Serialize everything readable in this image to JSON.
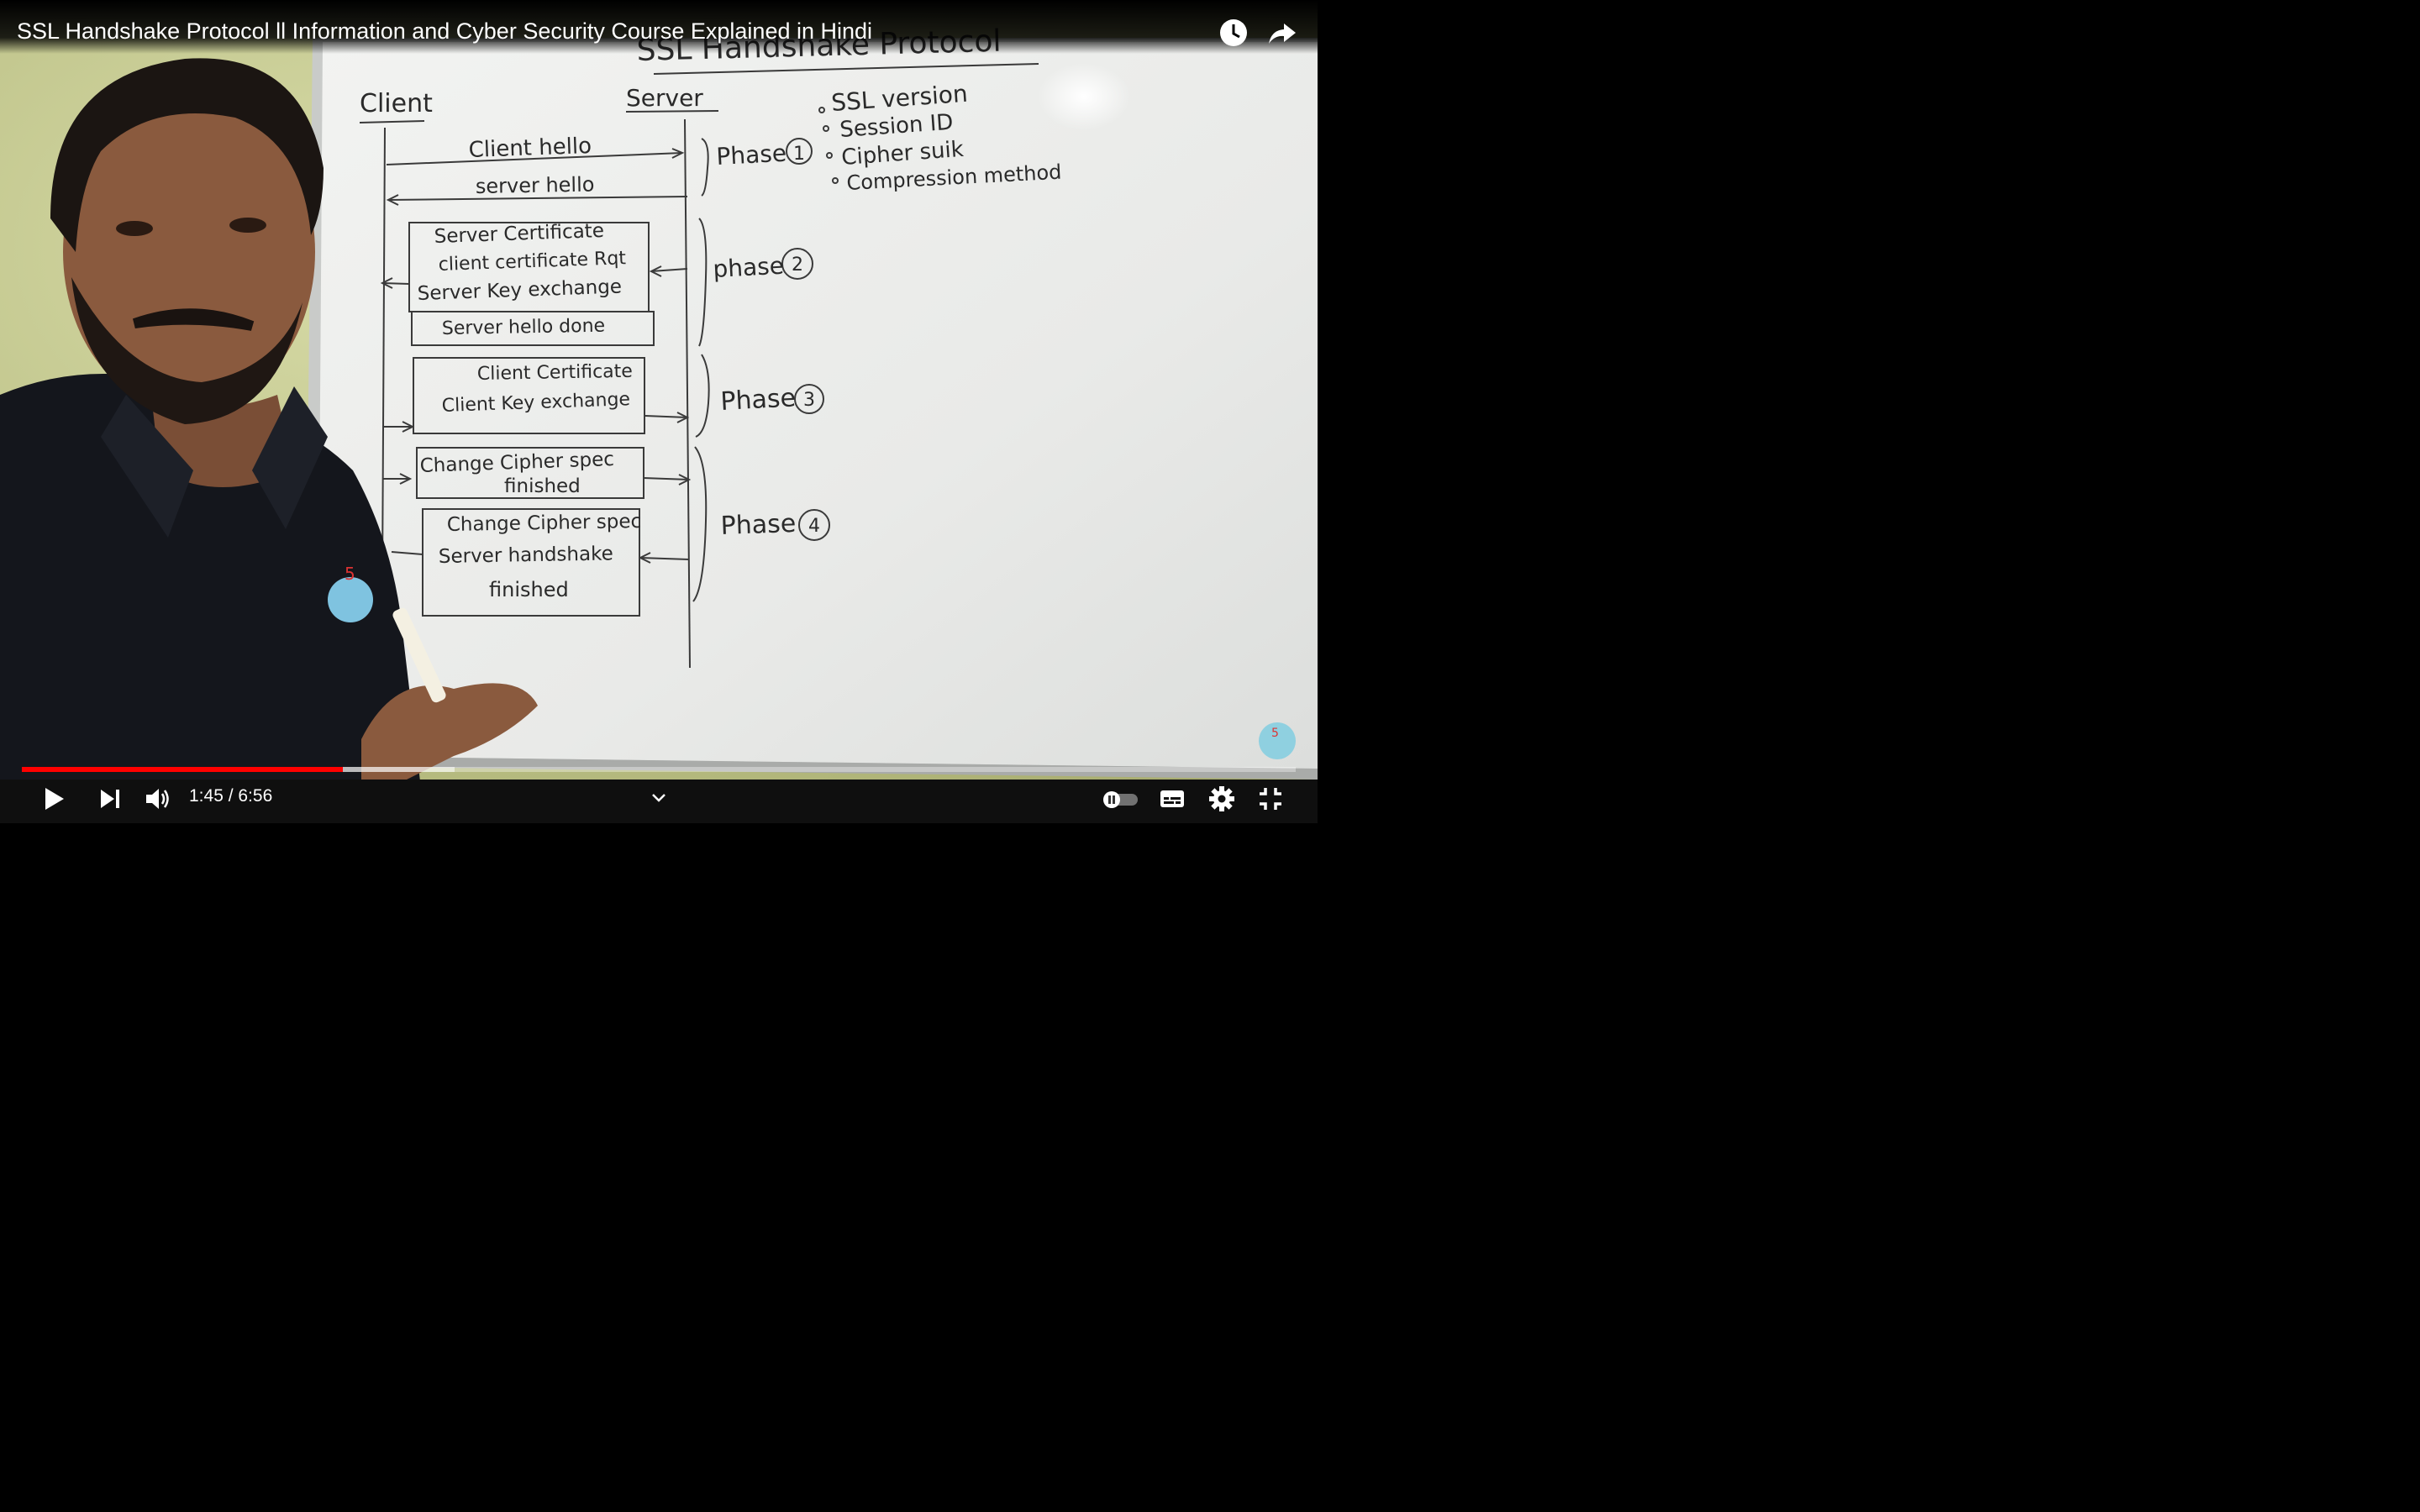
{
  "video": {
    "title": "SSL Handshake Protocol ll Information and Cyber Security Course Explained in Hindi"
  },
  "board": {
    "heading": "SSL Handshake Protocol",
    "client_label": "Client",
    "server_label": "Server",
    "bullets": [
      "SSL version",
      "Session ID",
      "Cipher suik",
      "Compression method"
    ],
    "phase1": {
      "label": "Phase",
      "number": "1",
      "msg1": "Client hello",
      "msg2": "server hello"
    },
    "phase2": {
      "label": "phase",
      "number": "2",
      "box_lines": [
        "Server Certificate",
        "client certificate Rqt",
        "Server Key exchange"
      ],
      "done": "Server hello done"
    },
    "phase3": {
      "label": "Phase",
      "number": "3",
      "box_lines": [
        "Client Certificate",
        "Client Key exchange"
      ]
    },
    "phase4": {
      "label": "Phase",
      "number": "4",
      "box1_lines": [
        "Change Cipher spec",
        "finished"
      ],
      "box2_lines": [
        "Change Cipher spec",
        "Server handshake",
        "finished"
      ]
    }
  },
  "player": {
    "current_time": "1:45",
    "duration": "6:56",
    "time_display": "1:45 / 6:56",
    "progress_played": 0.252,
    "progress_buffered": 0.34
  },
  "icons": {
    "watch_later": "clock-icon",
    "share": "share-arrow-icon",
    "play": "play-icon",
    "next": "next-icon",
    "volume": "volume-icon",
    "chevron": "chevron-down-icon",
    "autoplay": "autoplay-toggle-icon",
    "subtitles": "subtitles-icon",
    "settings": "gear-icon",
    "fullscreen_exit": "exit-fullscreen-icon"
  }
}
